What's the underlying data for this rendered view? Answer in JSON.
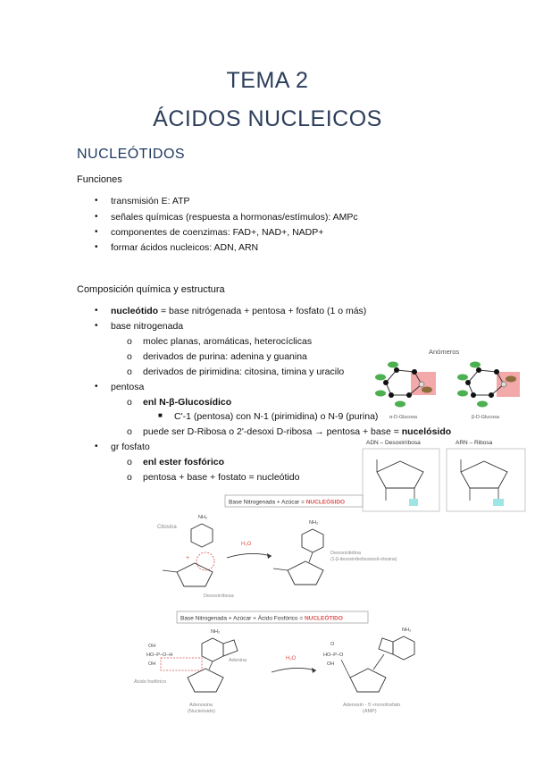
{
  "header": {
    "title_line1": "TEMA 2",
    "title_line2": "ÁCIDOS NUCLEICOS"
  },
  "section": {
    "title": "NUCLEÓTIDOS"
  },
  "funciones": {
    "heading": "Funciones",
    "items": [
      "transmisión E: ATP",
      "señales químicas (respuesta a hormonas/estímulos): AMPc",
      "componentes de coenzimas: FAD+, NAD+, NADP+",
      "formar ácidos nucleicos: ADN, ARN"
    ]
  },
  "composicion": {
    "heading": "Composición química y estructura",
    "nucleotido_term": "nucleótido",
    "nucleotido_def": " = base nitrógenada + pentosa + fosfato (1 o más)",
    "base_label": "base nitrogenada",
    "base_items": [
      "molec planas, aromáticas, heterocíclicas",
      "derivados de purina: adenina y guanina",
      "derivados de pirimidina: citosina, timina y uracilo"
    ],
    "pentosa_label": "pentosa",
    "enlace_glucosidico": "enl N-β-Glucosídico",
    "glucosidico_detail": "C'-1 (pentosa) con N-1 (pirimidina) o N-9 (purina)",
    "ribosa_text": "puede ser D-Ribosa o 2'-desoxi D-ribosa",
    "ribosa_result": " pentosa + base = ",
    "ribosa_bold": "nucelósido",
    "fosfato_label": "gr fosfato",
    "enlace_ester": "enl ester fosfórico",
    "fosfato_formula": "pentosa + base + fostato = nucleótido"
  },
  "figures": {
    "anomeros": {
      "title": "Anómeros",
      "left_label": "α-D-Glucosa",
      "right_label": "β-D-Glucosa"
    },
    "ribosa": {
      "adn_title": "ADN – Desoxirribosa",
      "arn_title": "ARN – Ribosa"
    },
    "nucleosido": {
      "banner_prefix": "Base Nitrogenada + Azúcar = ",
      "banner_highlight": "NUCLEÓSIDO",
      "citosina": "Citosina",
      "nh2": "NH₂",
      "h2o": "H₂O",
      "desoxirribosa": "Desoxirribosa",
      "product_line1": "Desoxicitidina",
      "product_line2": "(1-β-desoxirribofuranosil-citosina)"
    },
    "nucleotido": {
      "banner_prefix": "Base Nitrogenada + Azúcar + Ácido Fosfórico = ",
      "banner_highlight": "NUCLEÓTIDO",
      "acido": "Ácido fosfórico",
      "adenina": "Adenina",
      "adenosina": "Adenosina",
      "nucleosido": "(Nucleósido)",
      "product_line1": "Adenosín - 5'-monofosfato",
      "product_line2": "(AMP)",
      "h2o": "H₂O",
      "nh2": "NH₂"
    }
  },
  "colors": {
    "title": "#2c3e5a",
    "highlight": "#d9534f",
    "green": "#4caf50",
    "pink": "#f2a0a0",
    "cyan": "#9ee6e6"
  }
}
